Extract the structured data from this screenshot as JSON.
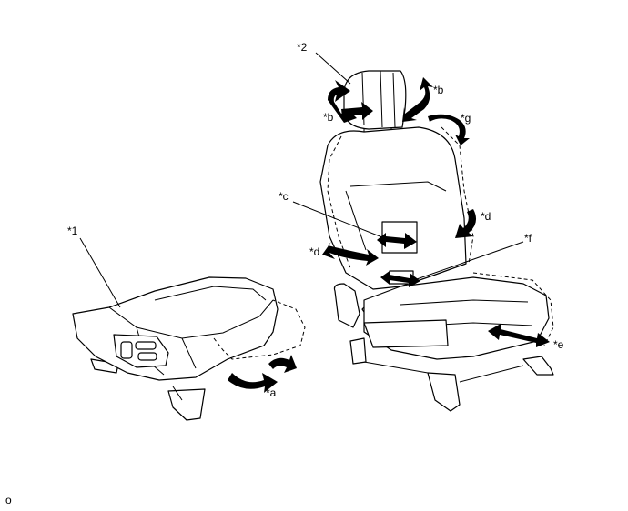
{
  "labels": {
    "seat_front": "*1",
    "seat_full": "*2",
    "a": "*a",
    "b_top": "*b",
    "b_left": "*b",
    "c": "*c",
    "d_left": "*d",
    "d_right": "*d",
    "e": "*e",
    "f": "*f",
    "g": "*g"
  },
  "corner_mark": "o"
}
